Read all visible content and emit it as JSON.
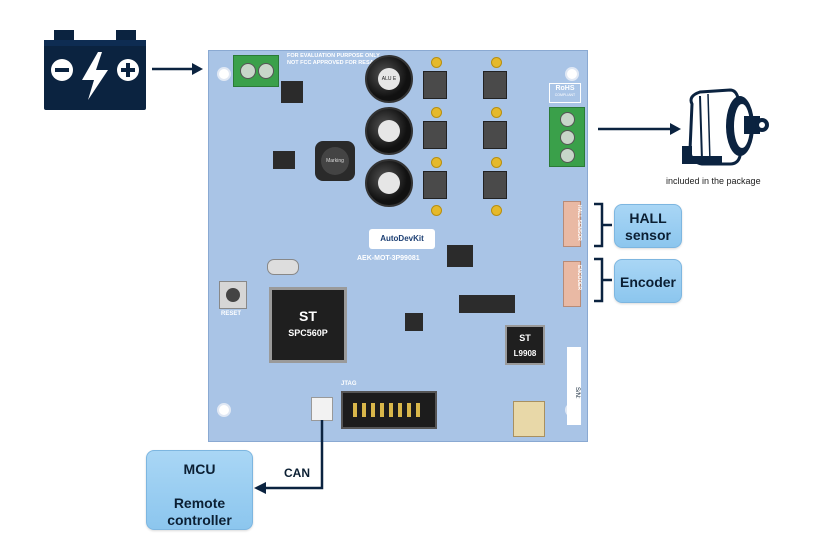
{
  "callouts": {
    "hall_line1": "HALL",
    "hall_line2": "sensor",
    "encoder": "Encoder",
    "mcu_line1": "MCU",
    "mcu_line2": "Remote",
    "mcu_line3": "controller"
  },
  "labels": {
    "can": "CAN",
    "package_note": "included in the package"
  },
  "board": {
    "notice_line1": "FOR EVALUATION PURPOSE ONLY",
    "notice_line2": "NOT FCC APPROVED FOR RESALE",
    "mcu_chip": "SPC560P",
    "driver_chip": "L9908",
    "brand": "AutoDevKit",
    "part_number": "AEK-MOT-3P99081",
    "reset": "RESET",
    "jtag": "JTAG",
    "hall_sensor_conn": "HALL SENSOR",
    "encoder_conn": "ENCODER",
    "rohs": "RoHS",
    "rohs_sub": "COMPLIANT",
    "sn": "S/N:",
    "inductor": "Marking",
    "cap_label": "ALU E"
  },
  "colors": {
    "board": "#a9c4e6",
    "arrow": "#0b2340",
    "callout": "#8cc6ee",
    "terminal_green": "#3aa04a"
  },
  "icons": {
    "battery": "battery-icon",
    "motor": "motor-icon"
  }
}
